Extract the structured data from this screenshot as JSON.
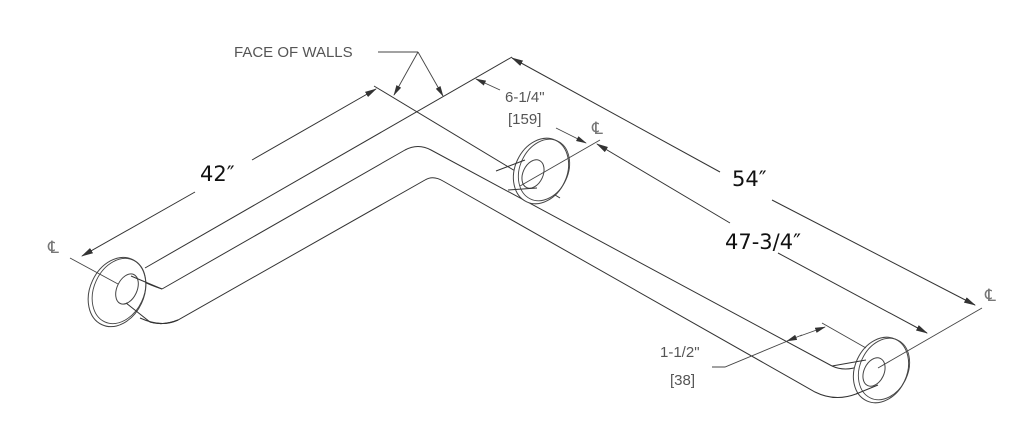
{
  "drawing": {
    "face_of_walls_label": "FACE OF WALLS",
    "dim_left_length": "42″",
    "dim_overall_right": "54″",
    "dim_right_length": "47-3/4″",
    "dim_wall_offset_in": "6-1/4\"",
    "dim_wall_offset_mm": "[159]",
    "dim_tube_diameter_in": "1-1/2\"",
    "dim_tube_diameter_mm": "[38]",
    "centerline_symbol": "℄"
  }
}
